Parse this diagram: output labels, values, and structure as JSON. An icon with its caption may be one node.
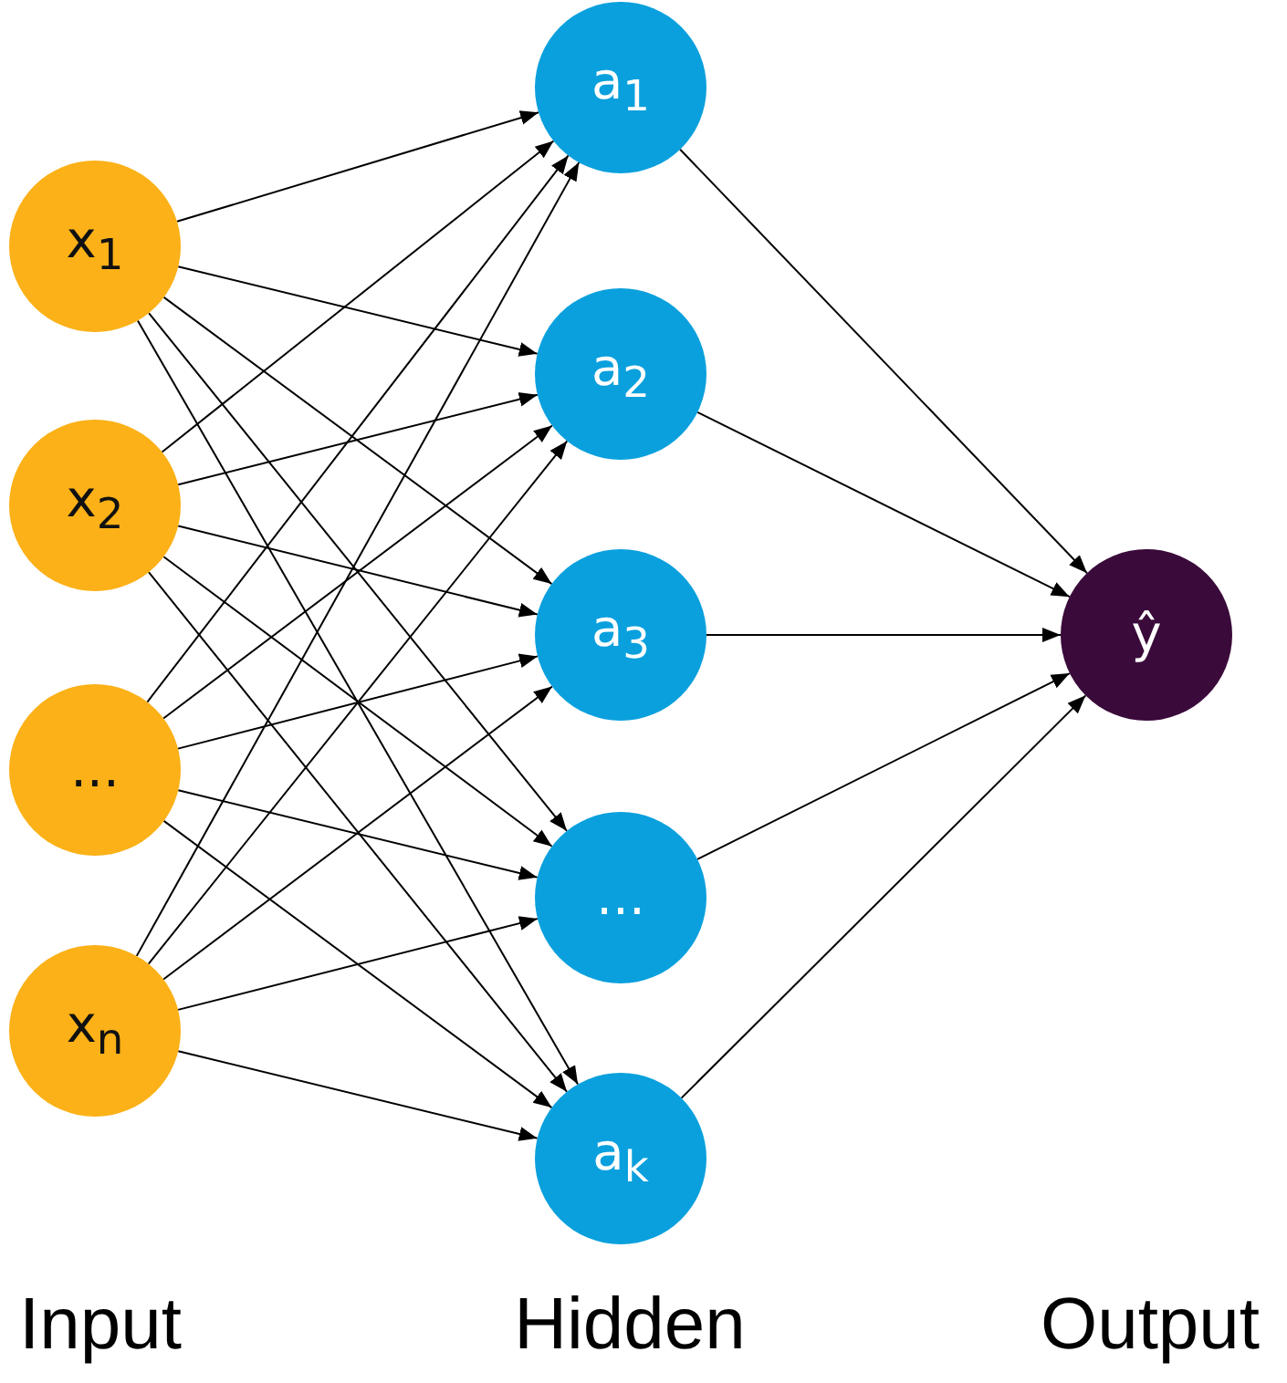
{
  "diagram": {
    "nodes": [
      {
        "text": [
          "x$_{1}$"
        ]
      },
      {
        "text": [
          "x$_{2}$"
        ]
      },
      {
        "text": [
          "..."
        ]
      },
      {
        "text": [
          "x$_{n}$"
        ]
      },
      {
        "text": [
          "a$_{1}$"
        ]
      },
      {
        "text": [
          "a$_{2}$"
        ]
      },
      {
        "text": [
          "a$_{3}$"
        ]
      },
      {
        "text": [
          "..."
        ]
      },
      {
        "text": [
          "a$_{k}$"
        ]
      },
      {
        "text": [
          "ŷ"
        ]
      }
    ],
    "edges": [
      {
        "from": 0,
        "to": 4,
        "arrow": "to"
      },
      {
        "from": 0,
        "to": 5,
        "arrow": "to"
      },
      {
        "from": 0,
        "to": 6,
        "arrow": "to"
      },
      {
        "from": 0,
        "to": 7,
        "arrow": "to"
      },
      {
        "from": 0,
        "to": 8,
        "arrow": "to"
      },
      {
        "from": 1,
        "to": 4,
        "arrow": "to"
      },
      {
        "from": 1,
        "to": 5,
        "arrow": "to"
      },
      {
        "from": 1,
        "to": 6,
        "arrow": "to"
      },
      {
        "from": 1,
        "to": 7,
        "arrow": "to"
      },
      {
        "from": 1,
        "to": 8,
        "arrow": "to"
      },
      {
        "from": 2,
        "to": 4,
        "arrow": "to"
      },
      {
        "from": 2,
        "to": 5,
        "arrow": "to"
      },
      {
        "from": 2,
        "to": 6,
        "arrow": "to"
      },
      {
        "from": 2,
        "to": 7,
        "arrow": "to"
      },
      {
        "from": 2,
        "to": 8,
        "arrow": "to"
      },
      {
        "from": 3,
        "to": 4,
        "arrow": "to"
      },
      {
        "from": 3,
        "to": 5,
        "arrow": "to"
      },
      {
        "from": 3,
        "to": 6,
        "arrow": "to"
      },
      {
        "from": 3,
        "to": 7,
        "arrow": "to"
      },
      {
        "from": 3,
        "to": 8,
        "arrow": "to"
      },
      {
        "from": 4,
        "to": 9,
        "arrow": "to"
      },
      {
        "from": 5,
        "to": 9,
        "arrow": "to"
      },
      {
        "from": 6,
        "to": 9,
        "arrow": "to"
      },
      {
        "from": 7,
        "to": 9,
        "arrow": "to"
      },
      {
        "from": 8,
        "to": 9,
        "arrow": "to"
      }
    ],
    "labels": [
      "Input",
      "Hidden",
      "Output"
    ]
  }
}
